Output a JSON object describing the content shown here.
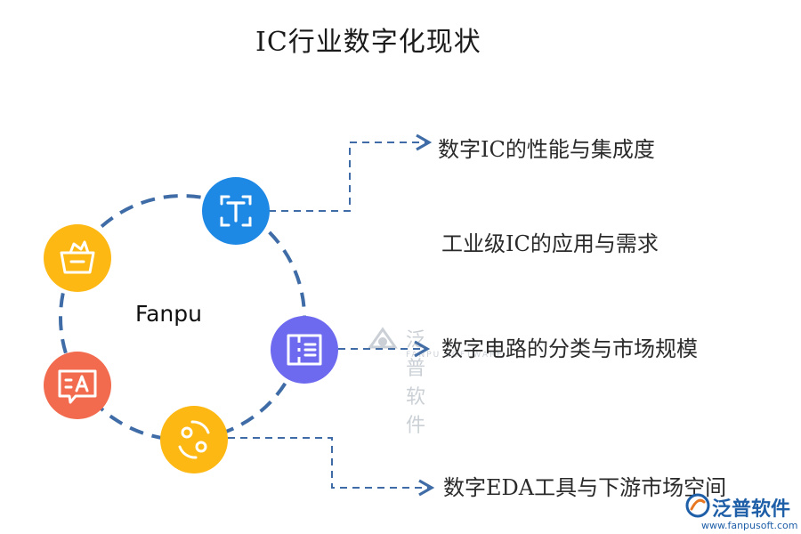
{
  "title": "IC行业数字化现状",
  "center_label": "Fanpu",
  "items": [
    {
      "label": "数字IC的性能与集成度",
      "icon": "text-t-icon",
      "color": "#1E88E5"
    },
    {
      "label": "工业级IC的应用与需求",
      "icon": "shopping-basket-icon",
      "color": "#FDB813"
    },
    {
      "label": "数字电路的分类与市场规模",
      "icon": "ticket-list-icon",
      "color": "#6E6AF0"
    },
    {
      "label": "数字EDA工具与下游市场空间",
      "icon": "chat-translate-icon",
      "color": "#F26B4E"
    }
  ],
  "extra_node": {
    "icon": "exchange-cycle-icon",
    "color": "#FDB813"
  },
  "colors": {
    "connector": "#3F6CA6",
    "ring": "#3F6CA6"
  },
  "watermark": {
    "name": "泛普软件",
    "sub": "FANPU SOFTWARE"
  },
  "logo": {
    "name": "泛普软件",
    "url": "www.fanpusoft.com"
  }
}
